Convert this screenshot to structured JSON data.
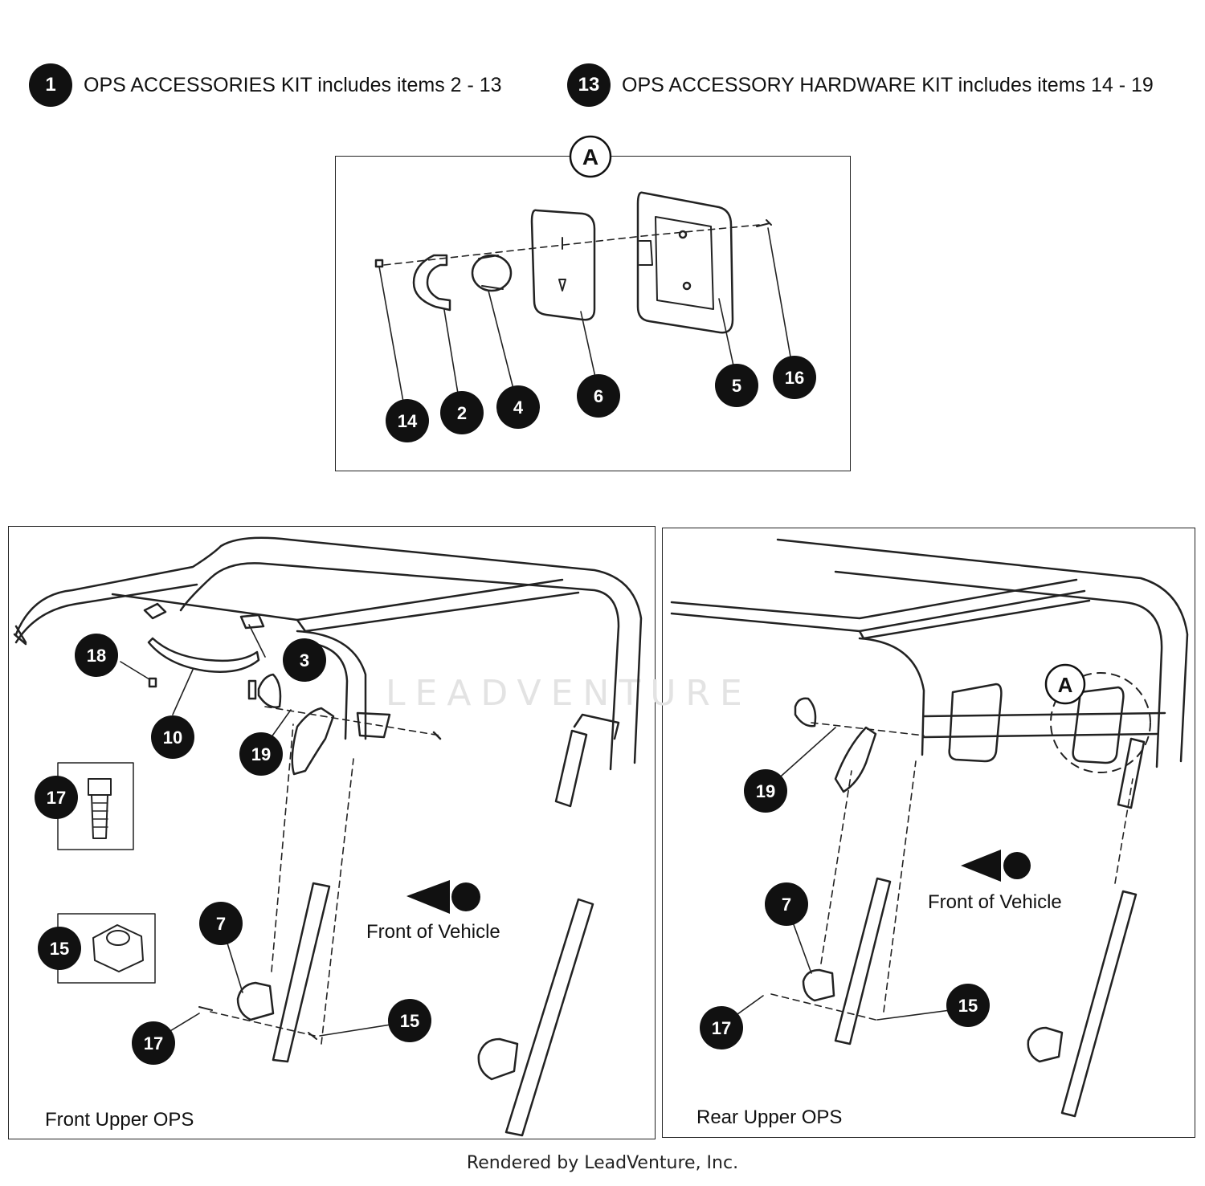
{
  "legend": [
    {
      "number": "1",
      "text": "OPS ACCESSORIES KIT includes items 2 - 13"
    },
    {
      "number": "13",
      "text": "OPS ACCESSORY HARDWARE KIT includes items 14 - 19"
    }
  ],
  "detail_a": {
    "label": "A",
    "callouts": [
      "14",
      "2",
      "4",
      "6",
      "5",
      "16"
    ]
  },
  "front_panel": {
    "caption": "Front Upper OPS",
    "direction_label": "Front of Vehicle",
    "callouts": [
      "18",
      "3",
      "10",
      "19",
      "17",
      "15",
      "7",
      "17",
      "15"
    ]
  },
  "rear_panel": {
    "caption": "Rear Upper OPS",
    "direction_label": "Front of Vehicle",
    "detail_ref": "A",
    "callouts": [
      "19",
      "7",
      "17",
      "15"
    ]
  },
  "watermark": "LEADVENTURE",
  "footer": "Rendered by LeadVenture, Inc."
}
